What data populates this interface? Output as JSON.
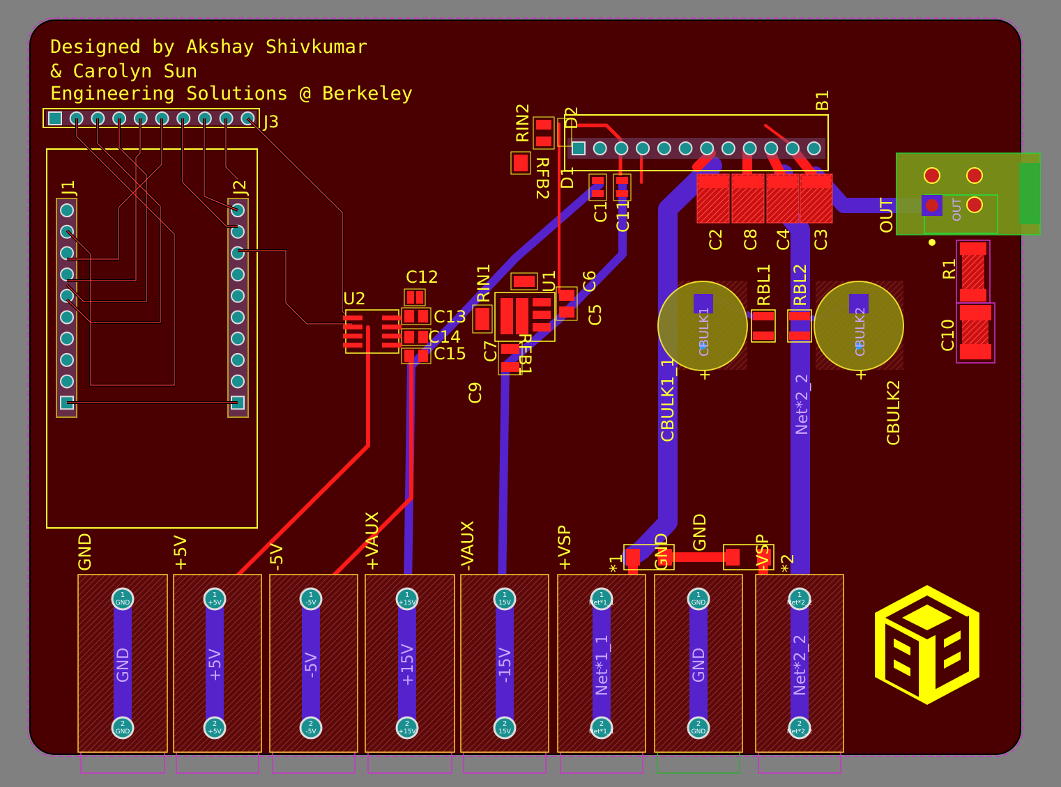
{
  "credits": {
    "line1": "Designed by Akshay Shivkumar",
    "line2": "& Carolyn Sun",
    "line3": "Engineering Solutions @ Berkeley"
  },
  "refs": {
    "j1": "J1",
    "j2": "J2",
    "j3": "J3",
    "u1": "U1",
    "u2": "U2",
    "b1": "B1",
    "rin1": "RIN1",
    "rin2": "RIN2",
    "rfb1": "RFB1",
    "rfb2": "RFB2",
    "d1": "D1",
    "d2": "D2",
    "rbl1": "RBL1",
    "rbl2": "RBL2",
    "r1": "R1",
    "c1": "C1",
    "c2": "C2",
    "c3": "C3",
    "c4": "C4",
    "c5": "C5",
    "c6": "C6",
    "c7": "C7",
    "c8": "C8",
    "c9": "C9",
    "c10": "C10",
    "c11": "C11",
    "c12": "C12",
    "c13": "C13",
    "c14": "C14",
    "c15": "C15",
    "cbulk1": "CBULK1",
    "cbulk2": "CBULK2",
    "cbulk1_net": "CBULK1_1",
    "cbulk1_pad": "CBULK1",
    "cbulk2_pad": "CBULK2",
    "out": "OUT",
    "out_pad": "OUT",
    "star1": "*1",
    "star2": "*2",
    "gnd_jumper": "GND"
  },
  "connectors": [
    {
      "label": "GND",
      "net": "GND",
      "pad1": "GND",
      "pad2": "GND"
    },
    {
      "label": "+5V",
      "net": "+5V",
      "pad1": "+5V",
      "pad2": "+5V"
    },
    {
      "label": "-5V",
      "net": "-5V",
      "pad1": "-5V",
      "pad2": "-5V"
    },
    {
      "label": "+VAUX",
      "net": "+15V",
      "pad1": "+15V",
      "pad2": "+15V"
    },
    {
      "label": "-VAUX",
      "net": "-15V",
      "pad1": "15V",
      "pad2": "15V"
    },
    {
      "label": "+VSP",
      "net": "Net*1_1",
      "pad1": "Net*1_1",
      "pad2": "Net*1_1"
    },
    {
      "label": "GND",
      "net": "GND",
      "pad1": "GND",
      "pad2": "GND"
    },
    {
      "label": "-VSP",
      "net": "Net*2_2",
      "pad1": "Net*2_2",
      "pad2": "Net*2_2"
    }
  ],
  "nets": {
    "vertical_left": "CBULK1_1",
    "vertical_right": "Net*2_2"
  },
  "colors": {
    "background": "#808080",
    "board": "#4a0000",
    "edge": "#cc33cc",
    "silk": "#ffff33",
    "top_copper": "#ff1a1a",
    "bottom_copper": "#5522cc",
    "pad": "#ff2020",
    "via": "#1a8f8f"
  }
}
